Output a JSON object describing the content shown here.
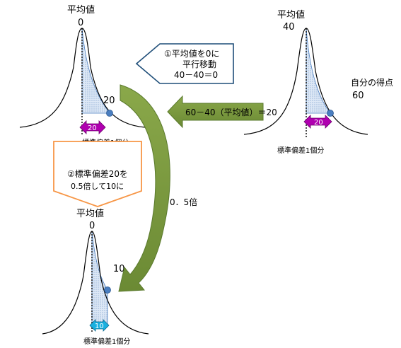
{
  "colors": {
    "accent_green": "#77933c",
    "accent_green_dark": "#5a7a2c",
    "callout_blue_border": "#1f4e79",
    "callout_orange_border": "#f79646",
    "arrow_magenta": "#b000b0",
    "arrow_cyan": "#1ab0e0",
    "point_blue": "#4a7ec0",
    "shade_blue": "#c6d9f1"
  },
  "top_left": {
    "title": "平均値",
    "mean": "0",
    "point_value": "20",
    "arrow_value": "20",
    "sd_label": "標準偏差1個分"
  },
  "top_right": {
    "title": "平均値",
    "mean": "40",
    "point_label": "自分の得点",
    "point_value": "60",
    "arrow_value": "20",
    "sd_label": "標準偏差1個分"
  },
  "bottom": {
    "title": "平均値",
    "mean": "0",
    "point_value": "10",
    "arrow_value": "10",
    "sd_label": "標準偏差1個分"
  },
  "callout_shift": {
    "line1": "①平均値を0に",
    "line2": "平行移動",
    "line3": "40－40＝0"
  },
  "callout_scale": {
    "line1": "②標準偏差20を",
    "line2": "0.5倍して10に"
  },
  "green_arrow_label": "60－40（平均値）＝20",
  "curved_arrow_label": "0．5倍"
}
